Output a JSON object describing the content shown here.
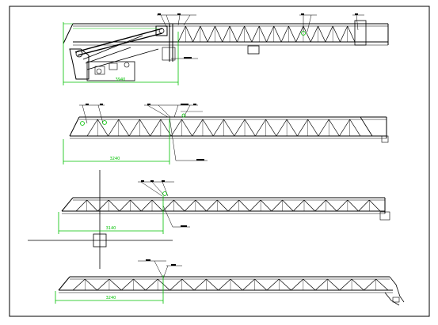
{
  "colors": {
    "line": "#000000",
    "dimension": "#00c000",
    "background": "#ffffff"
  },
  "views": [
    {
      "id": "view-1",
      "dimension_text": "3940"
    },
    {
      "id": "view-2",
      "dimension_text": "3240"
    },
    {
      "id": "view-3",
      "dimension_text": "3140"
    },
    {
      "id": "view-4",
      "dimension_text": "3240"
    }
  ]
}
